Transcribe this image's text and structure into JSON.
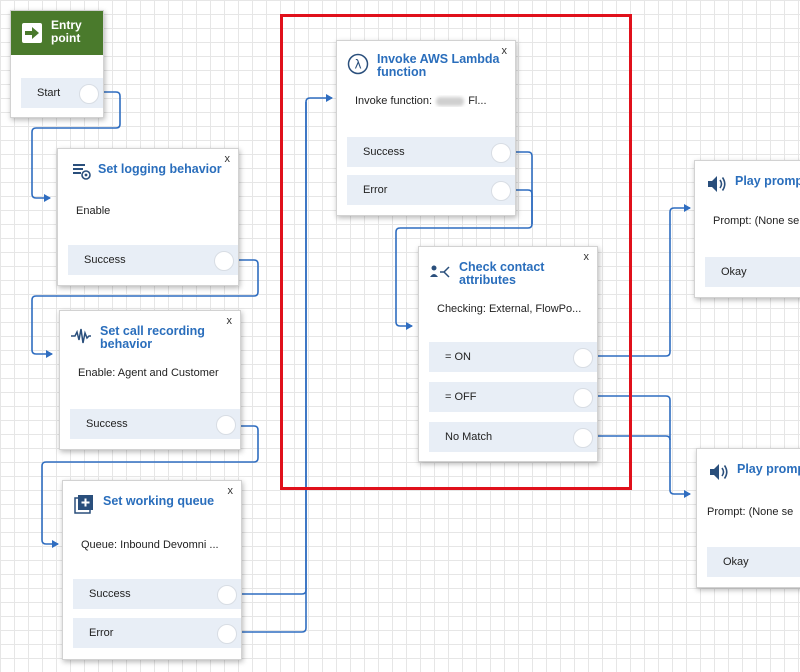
{
  "entry": {
    "title_line1": "Entry",
    "title_line2": "point",
    "branch": "Start",
    "icon": "arrow-right-icon"
  },
  "logging": {
    "title": "Set logging behavior",
    "body": "Enable",
    "branches": [
      "Success"
    ],
    "icon": "logging-icon"
  },
  "recording": {
    "title_line1": "Set call recording",
    "title_line2": "behavior",
    "body": "Enable: Agent and Customer",
    "branches": [
      "Success"
    ],
    "icon": "waveform-icon"
  },
  "queue": {
    "title": "Set working queue",
    "body": "Queue: Inbound Devomni ...",
    "branches": [
      "Success",
      "Error"
    ],
    "icon": "queue-icon"
  },
  "lambda": {
    "title_line1": "Invoke AWS Lambda",
    "title_line2": "function",
    "body_prefix": "Invoke function:",
    "body_suffix": "Fl...",
    "branches": [
      "Success",
      "Error"
    ],
    "icon": "lambda-icon",
    "glyph": "λ"
  },
  "check": {
    "title_line1": "Check contact",
    "title_line2": "attributes",
    "body": "Checking: External, FlowPo...",
    "branches": [
      "= ON",
      "= OFF",
      "No Match"
    ],
    "icon": "branch-icon"
  },
  "prompt1": {
    "title": "Play promp",
    "body": "Prompt: (None se",
    "branches": [
      "Okay"
    ],
    "icon": "speaker-icon"
  },
  "prompt2": {
    "title": "Play promp",
    "body": "Prompt: (None se",
    "branches": [
      "Okay"
    ],
    "icon": "speaker-icon"
  },
  "close_glyph": "x",
  "colors": {
    "connector": "#2f6dc0",
    "title": "#2a6ebc",
    "entry_header": "#4a7a2c",
    "highlight": "#e0101b",
    "branch_bg": "#e8eef6"
  }
}
